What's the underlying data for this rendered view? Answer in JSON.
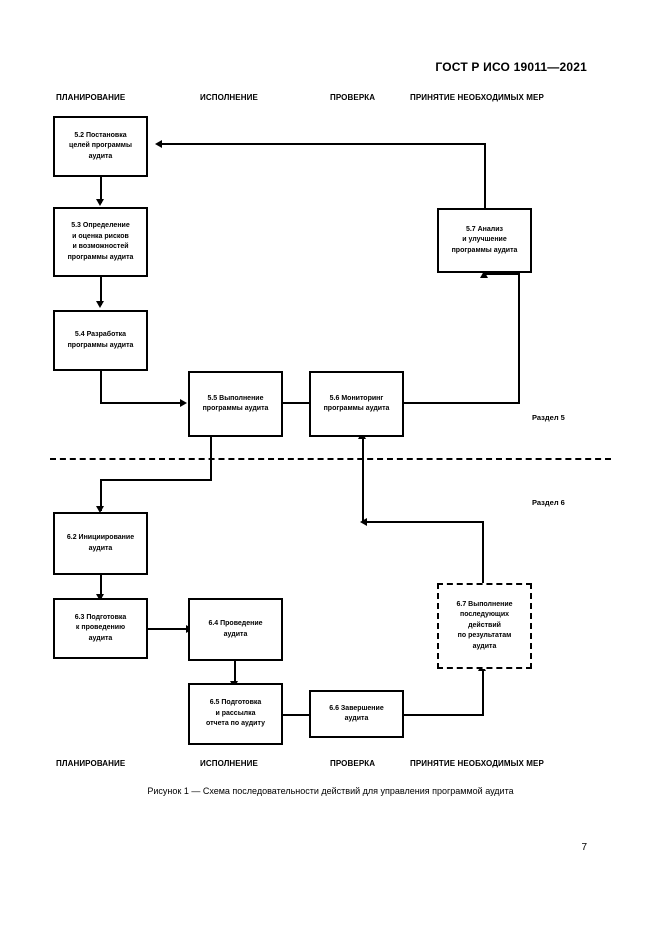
{
  "document": {
    "header": "ГОСТ Р ИСО 19011—2021",
    "page_number": "7",
    "caption": "Рисунок 1 — Схема последовательности действий для управления программой аудита"
  },
  "column_headers_top": [
    {
      "label": "ПЛАНИРОВАНИЕ"
    },
    {
      "label": "ИСПОЛНЕНИЕ"
    },
    {
      "label": "ПРОВЕРКА"
    },
    {
      "label": "ПРИНЯТИЕ НЕОБХОДИМЫХ МЕР"
    }
  ],
  "column_headers_bottom": [
    {
      "label": "ПЛАНИРОВАНИЕ"
    },
    {
      "label": "ИСПОЛНЕНИЕ"
    },
    {
      "label": "ПРОВЕРКА"
    },
    {
      "label": "ПРИНЯТИЕ НЕОБХОДИМЫХ МЕР"
    }
  ],
  "section_labels": [
    {
      "label": "Раздел 5"
    },
    {
      "label": "Раздел 6"
    }
  ],
  "nodes": [
    {
      "id": "5.2",
      "lines": [
        "5.2 Постановка",
        "целей программы",
        "аудита"
      ]
    },
    {
      "id": "5.3",
      "lines": [
        "5.3 Определение",
        "и оценка рисков",
        "и возможностей",
        "программы аудита"
      ]
    },
    {
      "id": "5.4",
      "lines": [
        "5.4 Разработка",
        "программы аудита"
      ]
    },
    {
      "id": "5.5",
      "lines": [
        "5.5 Выполнение",
        "программы аудита"
      ]
    },
    {
      "id": "5.6",
      "lines": [
        "5.6 Мониторинг",
        "программы аудита"
      ]
    },
    {
      "id": "5.7",
      "lines": [
        "5.7 Анализ",
        "и улучшение",
        "программы аудита"
      ]
    },
    {
      "id": "6.2",
      "lines": [
        "6.2 Инициирование",
        "аудита"
      ]
    },
    {
      "id": "6.3",
      "lines": [
        "6.3 Подготовка",
        "к проведению",
        "аудита"
      ]
    },
    {
      "id": "6.4",
      "lines": [
        "6.4 Проведение",
        "аудита"
      ]
    },
    {
      "id": "6.5",
      "lines": [
        "6.5 Подготовка",
        "и рассылка",
        "отчета по аудиту"
      ]
    },
    {
      "id": "6.6",
      "lines": [
        "6.6 Завершение",
        "аудита"
      ]
    },
    {
      "id": "6.7",
      "lines": [
        "6.7 Выполнение",
        "последующих",
        "действий",
        "по результатам",
        "аудита"
      ]
    }
  ],
  "colors": {
    "ink": "#000000",
    "paper": "#ffffff"
  }
}
